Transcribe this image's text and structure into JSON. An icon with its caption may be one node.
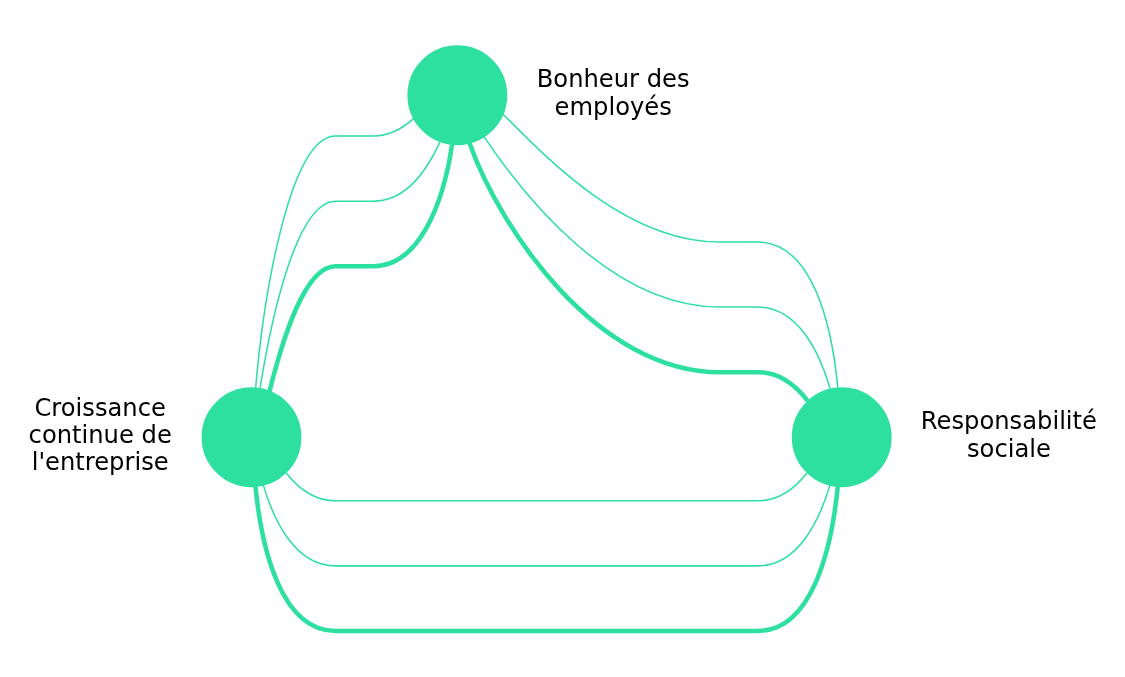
{
  "diagram": {
    "nodes": [
      {
        "text": [],
        "shape": "circle",
        "beside": [
          "Bonheur des employés"
        ]
      },
      {
        "text": [],
        "shape": "circle",
        "beside": [
          "Croissance continue de l'entreprise"
        ]
      },
      {
        "text": [],
        "shape": "circle",
        "beside": [
          "Responsabilité sociale"
        ]
      }
    ],
    "edges": [
      {
        "from": 1,
        "to": 0,
        "arrow": "none",
        "style": "thick"
      },
      {
        "from": 1,
        "to": 0,
        "arrow": "none"
      },
      {
        "from": 1,
        "to": 0,
        "arrow": "none"
      },
      {
        "from": 0,
        "to": 2,
        "arrow": "none",
        "style": "thick"
      },
      {
        "from": 0,
        "to": 2,
        "arrow": "none"
      },
      {
        "from": 0,
        "to": 2,
        "arrow": "none"
      },
      {
        "from": 1,
        "to": 2,
        "arrow": "none",
        "style": "thick"
      },
      {
        "from": 1,
        "to": 2,
        "arrow": "none"
      },
      {
        "from": 1,
        "to": 2,
        "arrow": "none"
      }
    ]
  }
}
